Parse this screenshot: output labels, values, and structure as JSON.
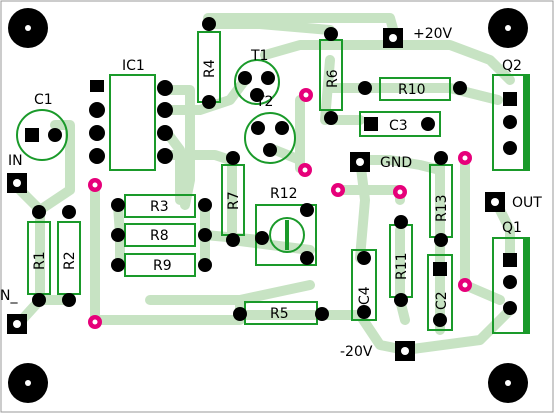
{
  "board": {
    "components": {
      "ic1": "IC1",
      "c1": "C1",
      "t1": "T1",
      "t2": "T2",
      "r1": "R1",
      "r2": "R2",
      "r3": "R3",
      "r4": "R4",
      "r5": "R5",
      "r6": "R6",
      "r7": "R7",
      "r8": "R8",
      "r9": "R9",
      "r10": "R10",
      "r11": "R11",
      "r12": "R12",
      "r13": "R13",
      "c2": "C2",
      "c3": "C3",
      "c4": "C4",
      "q1": "Q1",
      "q2": "Q2"
    },
    "connectors": {
      "in": "IN",
      "out": "OUT",
      "gnd": "GND",
      "plus20v": "+20V",
      "minus20v": "-20V",
      "n": "N_"
    },
    "colors": {
      "trace": "#c7e3c3",
      "outline": "#1a9a2a",
      "pad": "#000000",
      "via": "#e6007a",
      "background": "#ffffff"
    }
  }
}
